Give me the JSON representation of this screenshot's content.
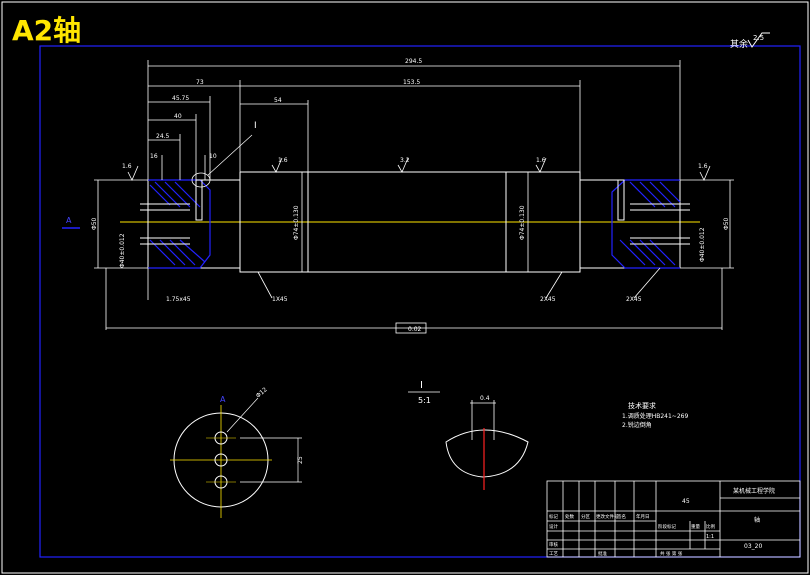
{
  "title": "A2轴",
  "roughness_note": {
    "label": "其余",
    "value": "2.5"
  },
  "dims": {
    "overall": "294.5",
    "left_span": "73",
    "left_seg1": "45.75",
    "left_seg2": "40",
    "left_seg3": "24.5",
    "small_a": "16",
    "small_b": "10",
    "mid_offset": "54",
    "middle": "153.5",
    "rough_left": "1.6",
    "rough_mid_l": "1.6",
    "rough_mid": "3.2",
    "rough_mid_r": "1.6",
    "rough_right": "1.6",
    "chamfer_left": "1X45",
    "chamfer_mid": "2X45",
    "chamfer_right": "2X45",
    "bottom_note": "1.75x45",
    "dia_left": "Φ50",
    "dia_left2": "Φ40±0.012",
    "dia_mid_l": "Φ74±0.130",
    "dia_mid_r": "Φ74±0.130",
    "dia_right": "Φ50",
    "dia_right2": "Φ40±0.012",
    "label_I": "I",
    "section_A": "A",
    "runout": "0.02",
    "hole_dia": "Φ12",
    "hole_pitch": "25"
  },
  "detail": {
    "label": "I",
    "scale": "5:1",
    "width": "0.4"
  },
  "notes": {
    "heading": "技术要求",
    "line1": "1.调质处理HB241~269",
    "line2": "2.锐边倒角"
  },
  "title_block": {
    "school": "45",
    "company": "某机械工程学院",
    "part": "轴",
    "drawing_no": "03_20",
    "scale": "1:1",
    "rows": [
      "标记",
      "处数",
      "分区",
      "更改文件号",
      "签名",
      "年月日"
    ],
    "designer": "设计",
    "reviewer": "审核",
    "process": "工艺",
    "approve": "批准",
    "stage": "阶段标记",
    "weight": "重量",
    "ratio": "比例",
    "sheet": "共 张 第 张"
  }
}
